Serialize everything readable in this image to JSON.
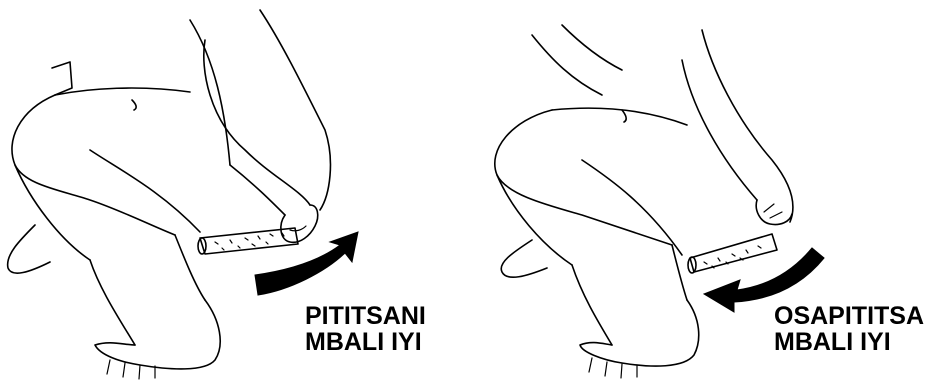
{
  "panels": [
    {
      "caption_line1": "PITITSANI",
      "caption_line2": "MBALI IYI",
      "arrow_direction": "right-curving-up",
      "icon": "squatting-figure-with-stick-icon"
    },
    {
      "caption_line1": "OSAPITITSA",
      "caption_line2": "MBALI IYI",
      "arrow_direction": "left-curving-down",
      "icon": "squatting-figure-with-stick-icon"
    }
  ],
  "colors": {
    "ink": "#000000",
    "background": "#ffffff"
  }
}
